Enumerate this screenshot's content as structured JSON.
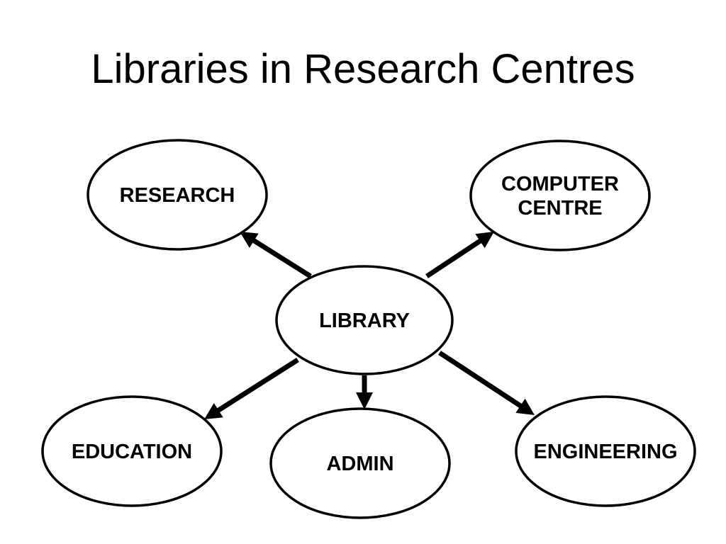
{
  "title": "Libraries in Research Centres",
  "center": {
    "id": "library",
    "label_lines": [
      "LIBRARY"
    ]
  },
  "nodes": [
    {
      "id": "research",
      "label_lines": [
        "RESEARCH"
      ]
    },
    {
      "id": "computer-centre",
      "label_lines": [
        "COMPUTER",
        "CENTRE"
      ]
    },
    {
      "id": "education",
      "label_lines": [
        "EDUCATION"
      ]
    },
    {
      "id": "admin",
      "label_lines": [
        "ADMIN"
      ]
    },
    {
      "id": "engineering",
      "label_lines": [
        "ENGINEERING"
      ]
    }
  ],
  "edges": [
    {
      "from": "library",
      "to": "research"
    },
    {
      "from": "library",
      "to": "computer-centre"
    },
    {
      "from": "library",
      "to": "education"
    },
    {
      "from": "library",
      "to": "admin"
    },
    {
      "from": "library",
      "to": "engineering"
    }
  ],
  "colors": {
    "stroke": "#000000",
    "fill": "#ffffff",
    "text": "#000000"
  }
}
